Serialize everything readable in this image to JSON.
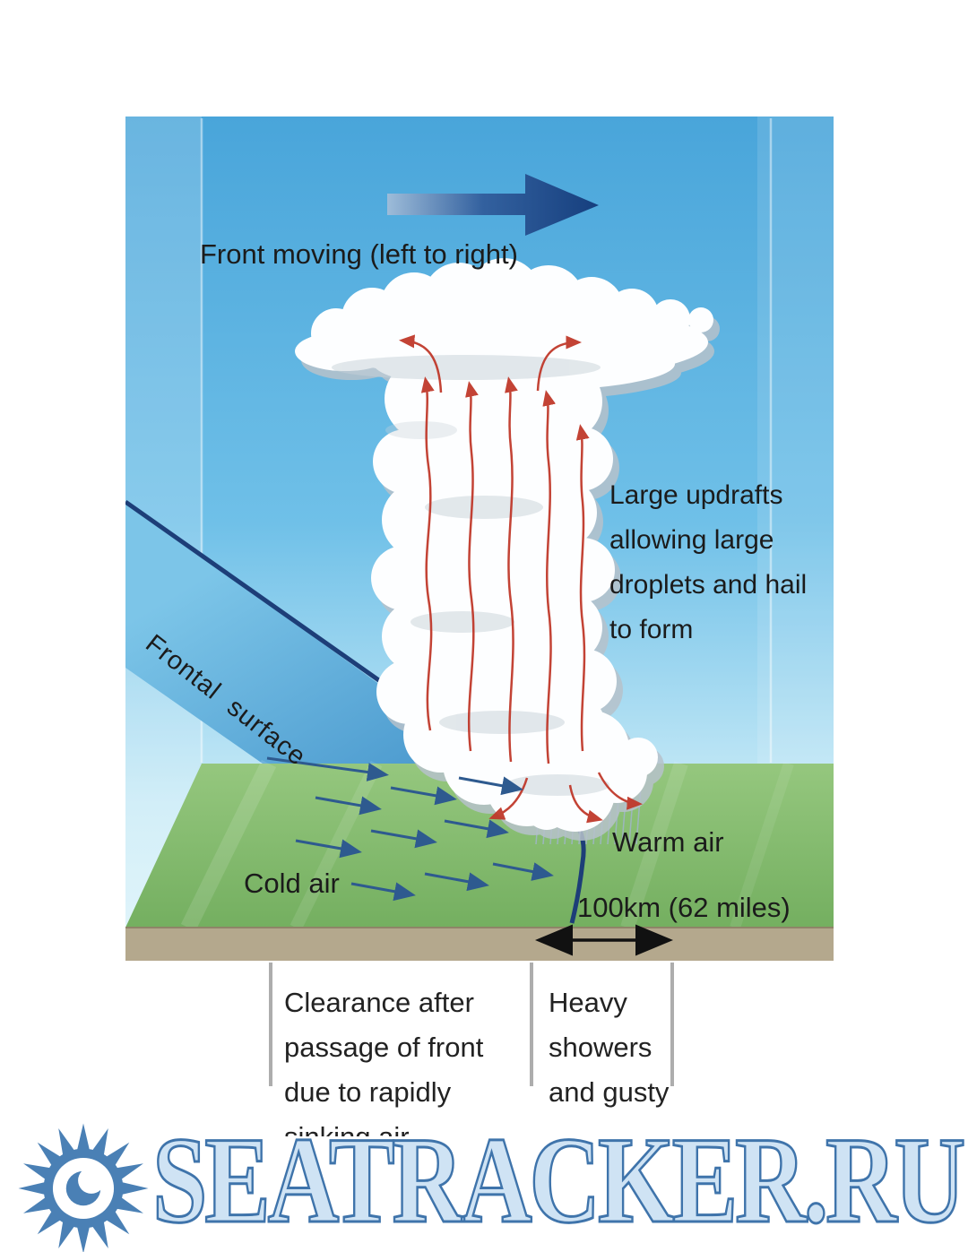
{
  "diagram": {
    "front_arrow_label": "Front moving (left to right)",
    "updrafts_label": "Large updrafts allowing large droplets and hail to form",
    "frontal_surface_label": "Frontal  surface",
    "cold_air_label": "Cold air",
    "warm_air_label": "Warm air",
    "distance_label": "100km (62 miles)"
  },
  "captions": {
    "left_label": "Clearance after passage of front due to rapidly sinking air –",
    "right_label": "Heavy showers and gusty"
  },
  "watermark": {
    "site": "SEATRACKER.RU"
  },
  "colors": {
    "front_arrow_navy": "#1a4382",
    "frontal_surface_blue": "#5aabdd",
    "front_line_navy": "#1d3e78",
    "updraft_red": "#c0392b",
    "cold_arrow_blue": "#2e5a8f",
    "ground_green": "#8cc07a",
    "soil_tan": "#b4a88d",
    "sky_blue": "#49a5da",
    "watermark_blue": "#3f74ab"
  }
}
